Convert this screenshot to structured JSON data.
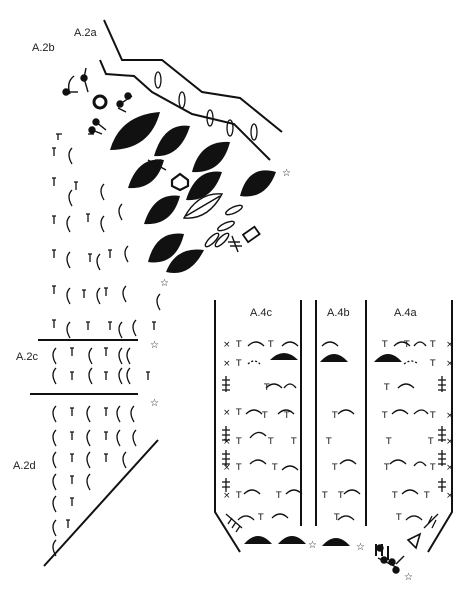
{
  "diagram": {
    "labels": {
      "a2a": "A.2a",
      "a2b": "A.2b",
      "a2c": "A.2c",
      "a2d": "A.2d",
      "a4c": "A.4c",
      "a4b": "A.4b",
      "a4a": "A.4a"
    }
  },
  "icons": {
    "treble": "treble-stitch-icon",
    "chain_arc": "chain-arc-icon",
    "leaf": "filled-leaf-motif-icon",
    "star": "star-end-marker-icon"
  },
  "colors": {
    "ink": "#111111",
    "background": "#ffffff"
  }
}
